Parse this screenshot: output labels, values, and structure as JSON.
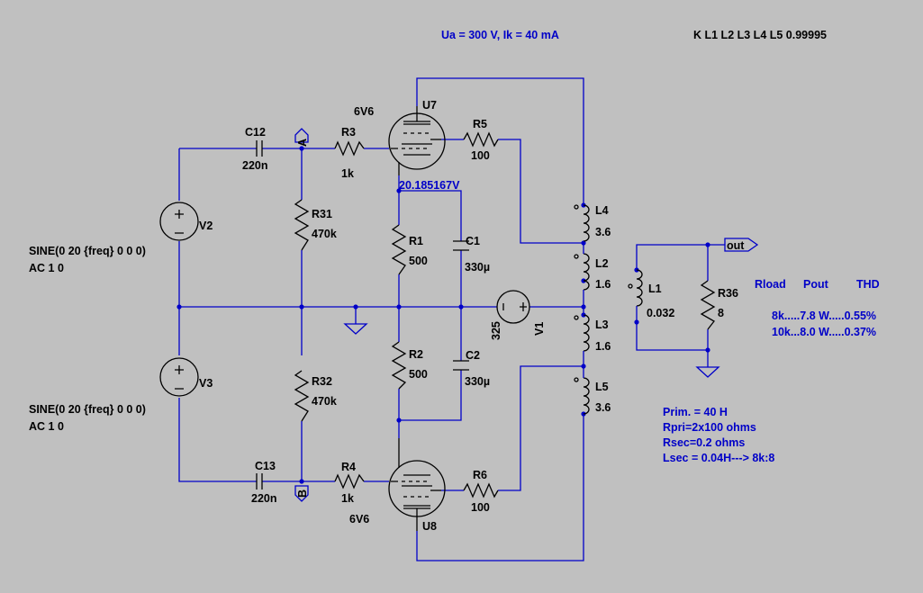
{
  "operating_point_label": "Ua = 300 V, Ik = 40 mA",
  "coupling_directive": "K L1 L2 L3 L4 L5 0.99995",
  "node_voltage": "20.185167V",
  "sources": {
    "V2": {
      "name": "V2",
      "value": "SINE(0 20 {freq} 0 0 0)",
      "ac": "AC 1 0"
    },
    "V3": {
      "name": "V3",
      "value": "SINE(0 20 {freq} 0 0 0)",
      "ac": "AC 1 0"
    },
    "V1": {
      "name": "V1",
      "value": "325"
    }
  },
  "tubes": {
    "U7": {
      "name": "U7",
      "type": "6V6"
    },
    "U8": {
      "name": "U8",
      "type": "6V6"
    }
  },
  "capacitors": {
    "C12": {
      "name": "C12",
      "value": "220n"
    },
    "C13": {
      "name": "C13",
      "value": "220n"
    },
    "C1": {
      "name": "C1",
      "value": "330µ"
    },
    "C2": {
      "name": "C2",
      "value": "330µ"
    }
  },
  "resistors": {
    "R3": {
      "name": "R3",
      "value": "1k"
    },
    "R4": {
      "name": "R4",
      "value": "1k"
    },
    "R5": {
      "name": "R5",
      "value": "100"
    },
    "R6": {
      "name": "R6",
      "value": "100"
    },
    "R31": {
      "name": "R31",
      "value": "470k"
    },
    "R32": {
      "name": "R32",
      "value": "470k"
    },
    "R1": {
      "name": "R1",
      "value": "500"
    },
    "R2": {
      "name": "R2",
      "value": "500"
    },
    "R36": {
      "name": "R36",
      "value": "8"
    }
  },
  "inductors": {
    "L1": {
      "name": "L1",
      "value": "0.032"
    },
    "L2": {
      "name": "L2",
      "value": "1.6"
    },
    "L3": {
      "name": "L3",
      "value": "1.6"
    },
    "L4": {
      "name": "L4",
      "value": "3.6"
    },
    "L5": {
      "name": "L5",
      "value": "3.6"
    }
  },
  "net_labels": {
    "A": "A",
    "B": "B",
    "out": "out"
  },
  "results_table": {
    "headers": [
      "Rload",
      "Pout",
      "THD"
    ],
    "rows": [
      "8k.....7.8 W.....0.55%",
      "10k...8.0 W.....0.37%"
    ]
  },
  "transformer_notes": [
    "Prim. = 40 H",
    "Rpri=2x100 ohms",
    "Rsec=0.2 ohms",
    "Lsec = 0.04H--->  8k:8"
  ],
  "colors": {
    "background": "#c0c0c0",
    "wire": "#0000c8",
    "component": "#000000"
  }
}
